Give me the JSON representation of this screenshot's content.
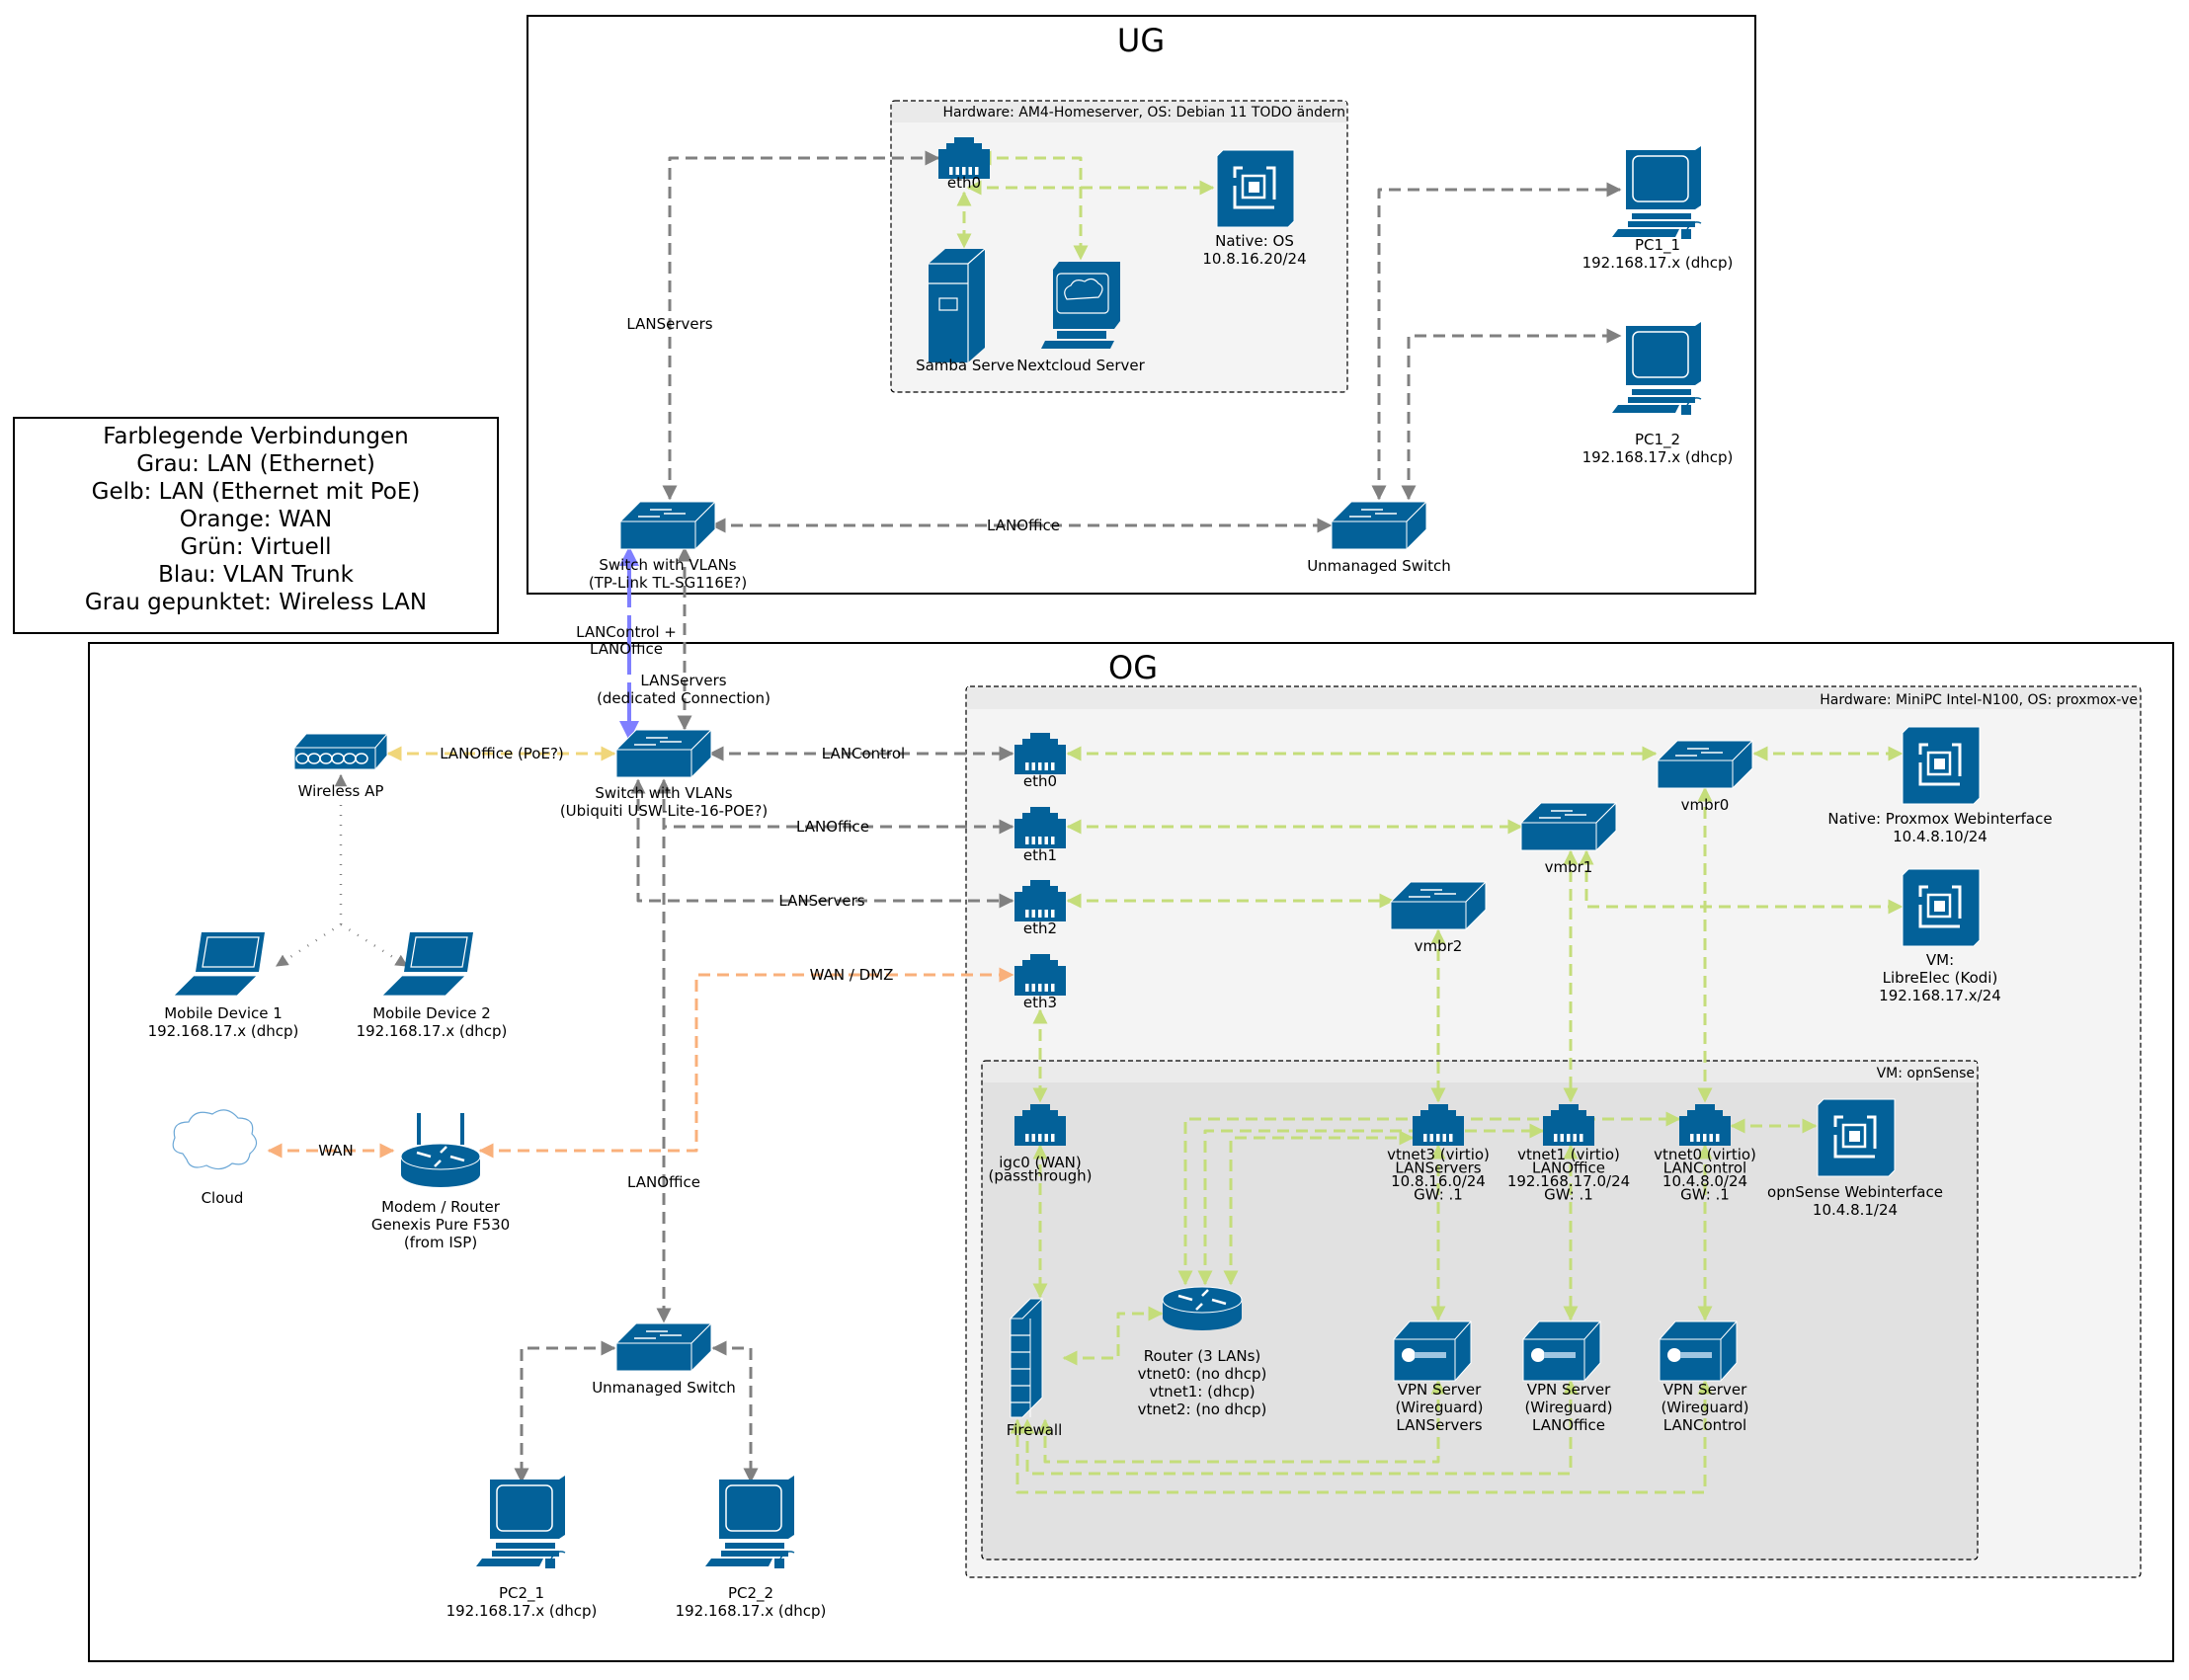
{
  "legend": {
    "title": "Farblegende Verbindungen",
    "lines": [
      "Grau: LAN (Ethernet)",
      "Gelb: LAN (Ethernet mit PoE)",
      "Orange: WAN",
      "Grün: Virtuell",
      "Blau: VLAN Trunk",
      "Grau gepunktet: Wireless LAN"
    ]
  },
  "colors": {
    "icon": "#036199",
    "lan": "#808080",
    "poe": "#f0d67a",
    "wan": "#f9b07b",
    "virtual": "#c4dd7a",
    "trunk": "#7f7fff",
    "wireless": "#808080",
    "group_bg": "#f4f4f4",
    "vm_bg": "#e1e1e1"
  },
  "zones": {
    "ug": {
      "title": "UG"
    },
    "og": {
      "title": "OG"
    }
  },
  "groups": {
    "am4": {
      "header": "Hardware: AM4-Homeserver, OS: Debian 11 TODO ändern"
    },
    "proxmox": {
      "header": "Hardware: MiniPC Intel-N100, OS: proxmox-ve"
    },
    "opnsense": {
      "header": "VM: opnSense"
    }
  },
  "nodes": [
    {
      "id": "ug_eth0",
      "type": "port",
      "label": [
        "eth0"
      ],
      "small": true
    },
    {
      "id": "samba",
      "type": "server",
      "label": [
        "Samba Serve"
      ]
    },
    {
      "id": "nextcloud",
      "type": "webserver",
      "label": [
        "Nextcloud Server"
      ]
    },
    {
      "id": "ug_native",
      "type": "vm",
      "label": [
        "Native: OS",
        "10.8.16.20/24"
      ]
    },
    {
      "id": "pc1_1",
      "type": "pc",
      "label": [
        "PC1_1",
        "192.168.17.x (dhcp)"
      ]
    },
    {
      "id": "pc1_2",
      "type": "pc",
      "label": [
        "PC1_2",
        "192.168.17.x (dhcp)"
      ]
    },
    {
      "id": "sw_tplink",
      "type": "switch",
      "label": [
        "Switch with VLANs",
        "(TP-Link TL-SG116E?)"
      ]
    },
    {
      "id": "sw_ug_unmanaged",
      "type": "switch",
      "label": [
        "Unmanaged Switch"
      ]
    },
    {
      "id": "wap",
      "type": "ap",
      "label": [
        "Wireless AP"
      ]
    },
    {
      "id": "sw_ubiquiti",
      "type": "switch",
      "label": [
        "Switch with VLANs",
        "(Ubiquiti USW-Lite-16-POE?)"
      ]
    },
    {
      "id": "mobile1",
      "type": "laptop",
      "label": [
        "Mobile Device 1",
        "192.168.17.x (dhcp)"
      ]
    },
    {
      "id": "mobile2",
      "type": "laptop",
      "label": [
        "Mobile Device 2",
        "192.168.17.x (dhcp)"
      ]
    },
    {
      "id": "cloud",
      "type": "cloud",
      "label": [
        "Cloud"
      ]
    },
    {
      "id": "modem",
      "type": "wrouter",
      "label": [
        "Modem / Router",
        "Genexis Pure F530",
        "(from ISP)"
      ]
    },
    {
      "id": "sw_og_unmanaged",
      "type": "switch",
      "label": [
        "Unmanaged Switch"
      ]
    },
    {
      "id": "pc2_1",
      "type": "pc",
      "label": [
        "PC2_1",
        "192.168.17.x (dhcp)"
      ]
    },
    {
      "id": "pc2_2",
      "type": "pc",
      "label": [
        "PC2_2",
        "192.168.17.x (dhcp)"
      ]
    },
    {
      "id": "eth0",
      "type": "port",
      "label": [
        "eth0"
      ],
      "small": true
    },
    {
      "id": "eth1",
      "type": "port",
      "label": [
        "eth1"
      ],
      "small": true
    },
    {
      "id": "eth2",
      "type": "port",
      "label": [
        "eth2"
      ],
      "small": true
    },
    {
      "id": "eth3",
      "type": "port",
      "label": [
        "eth3"
      ],
      "small": true
    },
    {
      "id": "vmbr0",
      "type": "switch",
      "label": [
        "vmbr0"
      ]
    },
    {
      "id": "vmbr1",
      "type": "switch",
      "label": [
        "vmbr1"
      ]
    },
    {
      "id": "vmbr2",
      "type": "switch",
      "label": [
        "vmbr2"
      ]
    },
    {
      "id": "pve_web",
      "type": "vm",
      "label": [
        "Native: Proxmox Webinterface",
        "10.4.8.10/24"
      ]
    },
    {
      "id": "libreelec",
      "type": "vm",
      "label": [
        "VM:",
        "LibreElec (Kodi)",
        "192.168.17.x/24"
      ]
    },
    {
      "id": "igc0",
      "type": "port",
      "label": [
        "igc0 (WAN)",
        "(passthrough)"
      ],
      "small": true
    },
    {
      "id": "vtnet3",
      "type": "port",
      "label": [
        "vtnet3 (virtio)",
        "LANServers",
        "10.8.16.0/24",
        "GW: .1"
      ],
      "small": true
    },
    {
      "id": "vtnet1",
      "type": "port",
      "label": [
        "vtnet1 (virtio)",
        "LANOffice",
        "192.168.17.0/24",
        "GW: .1"
      ],
      "small": true
    },
    {
      "id": "vtnet0",
      "type": "port",
      "label": [
        "vtnet0 (virtio)",
        "LANControl",
        "10.4.8.0/24",
        "GW: .1"
      ],
      "small": true
    },
    {
      "id": "opn_web",
      "type": "vm",
      "label": [
        "opnSense Webinterface",
        "10.4.8.1/24"
      ]
    },
    {
      "id": "firewall",
      "type": "firewall",
      "label": [
        "Firewall"
      ]
    },
    {
      "id": "router3",
      "type": "router",
      "label": [
        "Router (3 LANs)",
        "vtnet0: (no dhcp)",
        "vtnet1: (dhcp)",
        "vtnet2: (no dhcp)"
      ]
    },
    {
      "id": "vpn_servers",
      "type": "vpn",
      "label": [
        "VPN Server",
        "(Wireguard)",
        "LANServers"
      ]
    },
    {
      "id": "vpn_office",
      "type": "vpn",
      "label": [
        "VPN Server",
        "(Wireguard)",
        "LANOffice"
      ]
    },
    {
      "id": "vpn_control",
      "type": "vpn",
      "label": [
        "VPN Server",
        "(Wireguard)",
        "LANControl"
      ]
    }
  ],
  "edges": [
    {
      "kind": "lan",
      "label": "LANServers"
    },
    {
      "kind": "virtual",
      "label": ""
    },
    {
      "kind": "virtual",
      "label": ""
    },
    {
      "kind": "virtual",
      "label": ""
    },
    {
      "kind": "lan",
      "label": ""
    },
    {
      "kind": "lan",
      "label": ""
    },
    {
      "kind": "lan",
      "label": "LANOffice"
    },
    {
      "kind": "trunk",
      "label": "LANControl + LANOffice"
    },
    {
      "kind": "lan",
      "label": "LANServers (dedicated Connection)"
    },
    {
      "kind": "poe",
      "label": "LANOffice (PoE?)"
    },
    {
      "kind": "wireless",
      "label": ""
    },
    {
      "kind": "wireless",
      "label": ""
    },
    {
      "kind": "lan",
      "label": "LANControl"
    },
    {
      "kind": "lan",
      "label": "LANOffice"
    },
    {
      "kind": "lan",
      "label": "LANServers"
    },
    {
      "kind": "wan",
      "label": "WAN / DMZ"
    },
    {
      "kind": "wan",
      "label": "WAN"
    },
    {
      "kind": "lan",
      "label": "LANOffice"
    },
    {
      "kind": "lan",
      "label": ""
    },
    {
      "kind": "lan",
      "label": ""
    },
    {
      "kind": "virtual",
      "label": ""
    },
    {
      "kind": "virtual",
      "label": ""
    },
    {
      "kind": "virtual",
      "label": ""
    },
    {
      "kind": "virtual",
      "label": ""
    },
    {
      "kind": "virtual",
      "label": ""
    },
    {
      "kind": "virtual",
      "label": ""
    },
    {
      "kind": "virtual",
      "label": ""
    },
    {
      "kind": "virtual",
      "label": ""
    },
    {
      "kind": "virtual",
      "label": ""
    },
    {
      "kind": "virtual",
      "label": ""
    },
    {
      "kind": "virtual",
      "label": ""
    },
    {
      "kind": "virtual",
      "label": ""
    },
    {
      "kind": "virtual",
      "label": ""
    },
    {
      "kind": "virtual",
      "label": ""
    },
    {
      "kind": "virtual",
      "label": ""
    },
    {
      "kind": "virtual",
      "label": ""
    },
    {
      "kind": "virtual",
      "label": ""
    },
    {
      "kind": "virtual",
      "label": ""
    },
    {
      "kind": "virtual",
      "label": ""
    },
    {
      "kind": "virtual",
      "label": ""
    }
  ]
}
